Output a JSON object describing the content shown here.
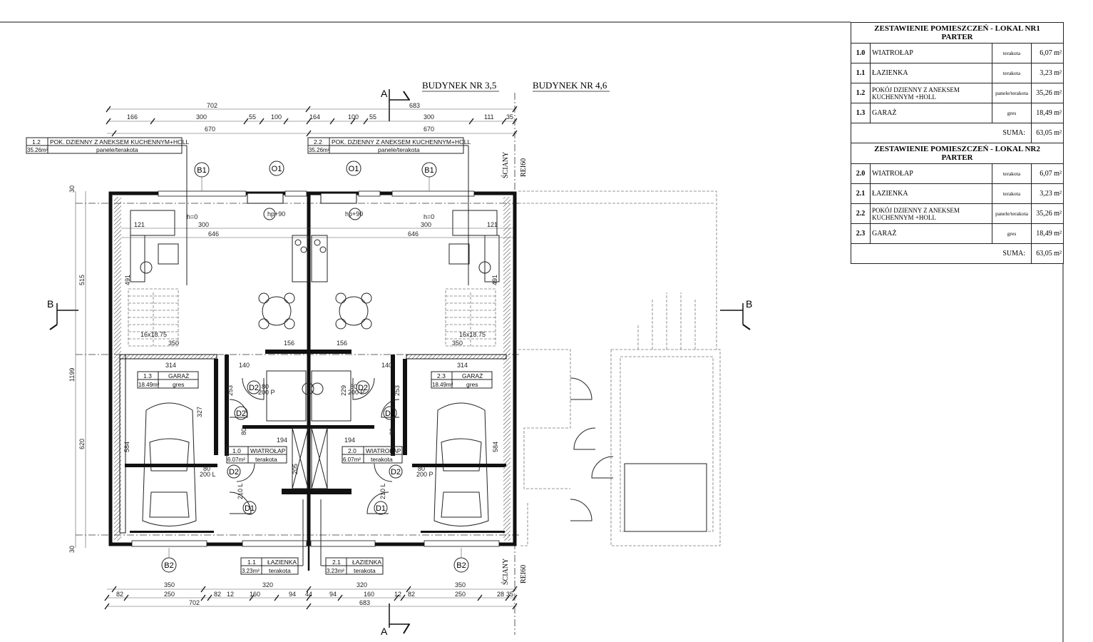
{
  "schedule": [
    {
      "title": "ZESTAWIENIE POMIESZCZEŃ - LOKAL NR1",
      "subtitle": "PARTER",
      "rows": [
        {
          "no": "1.0",
          "name": "WIATROŁAP",
          "material": "terakota",
          "area": "6,07 m²"
        },
        {
          "no": "1.1",
          "name": "ŁAZIENKA",
          "material": "terakota",
          "area": "3,23 m²"
        },
        {
          "no": "1.2",
          "name": "POKÓJ DZIENNY Z ANEKSEM KUCHENNYM +HOLL",
          "material": "panele/terakota",
          "area": "35,26 m²"
        },
        {
          "no": "1.3",
          "name": "GARAŻ",
          "material": "gres",
          "area": "18,49 m²"
        }
      ],
      "sum_label": "SUMA:",
      "sum": "63,05 m²"
    },
    {
      "title": "ZESTAWIENIE POMIESZCZEŃ - LOKAL NR2",
      "subtitle": "PARTER",
      "rows": [
        {
          "no": "2.0",
          "name": "WIATROŁAP",
          "material": "terakota",
          "area": "6,07 m²"
        },
        {
          "no": "2.1",
          "name": "ŁAZIENKA",
          "material": "terakota",
          "area": "3,23 m²"
        },
        {
          "no": "2.2",
          "name": "POKÓJ DZIENNY Z ANEKSEM KUCHENNYM +HOLL",
          "material": "panele/terakota",
          "area": "35,26 m²"
        },
        {
          "no": "2.3",
          "name": "GARAŻ",
          "material": "gres",
          "area": "18,49 m²"
        }
      ],
      "sum_label": "SUMA:",
      "sum": "63,05 m²"
    }
  ],
  "buildings": {
    "left": "BUDYNEK NR 3,5",
    "right": "BUDYNEK NR 4,6"
  },
  "sections": {
    "a": "A",
    "b": "B"
  },
  "wall_note": {
    "line1": "ŚCIANY",
    "line2": "REI60"
  },
  "room_tags": {
    "r12": {
      "no": "1.2",
      "name": "POK. DZIENNY Z ANEKSEM KUCHENNYM+HOLL",
      "area": "35.26m²",
      "material": "panele/terakota"
    },
    "r22": {
      "no": "2.2",
      "name": "POK. DZIENNY Z ANEKSEM KUCHENNYM+HOLL",
      "area": "35.26m²",
      "material": "panele/terakota"
    },
    "r13": {
      "no": "1.3",
      "name": "GARAŻ",
      "area": "18.49m²",
      "material": "gres"
    },
    "r23": {
      "no": "2.3",
      "name": "GARAŻ",
      "area": "18.49m²",
      "material": "gres"
    },
    "r10": {
      "no": "1.0",
      "name": "WIATROŁAP",
      "area": "6.07m²",
      "material": "terakota"
    },
    "r20": {
      "no": "2.0",
      "name": "WIATROŁAP",
      "area": "6.07m²",
      "material": "terakota"
    },
    "r11": {
      "no": "1.1",
      "name": "ŁAZIENKA",
      "area": "3.23m²",
      "material": "terakota"
    },
    "r21": {
      "no": "2.1",
      "name": "ŁAZIENKA",
      "area": "3.23m²",
      "material": "terakota"
    }
  },
  "symbols": {
    "b1": "B1",
    "o1": "O1",
    "b2": "B2",
    "d1": "D1",
    "d2": "D2"
  },
  "dims_top": {
    "total_l": "702",
    "total_r": "683",
    "row": [
      "166",
      "300",
      "55",
      "100",
      "164",
      "100",
      "55",
      "300",
      "111",
      "35"
    ],
    "mid_l": "670",
    "mid_r": "670"
  },
  "dims_bottom": {
    "row1": [
      "350",
      "320",
      "320",
      "350"
    ],
    "row2": [
      "82",
      "250",
      "82",
      "12",
      "160",
      "94",
      "44",
      "94",
      "160",
      "12",
      "82",
      "250",
      "28",
      "35"
    ],
    "total_l": "702",
    "total_r": "683"
  },
  "dims_left": [
    "30",
    "515",
    "1199",
    "620",
    "30"
  ],
  "dims_inner": {
    "a": "121",
    "b": "300",
    "c": "646",
    "d": "314",
    "e": "140",
    "f": "156",
    "g": "194",
    "h": "350",
    "i": "584",
    "j": "253",
    "k": "491",
    "l": "205",
    "m": "229",
    "n": "327",
    "stairs": "16x18.75",
    "hp": "hp+90",
    "h0": "h=0"
  },
  "door_specs": {
    "d2": "80",
    "p": "200 P",
    "l": "200 L",
    "d1l": "210 L"
  }
}
